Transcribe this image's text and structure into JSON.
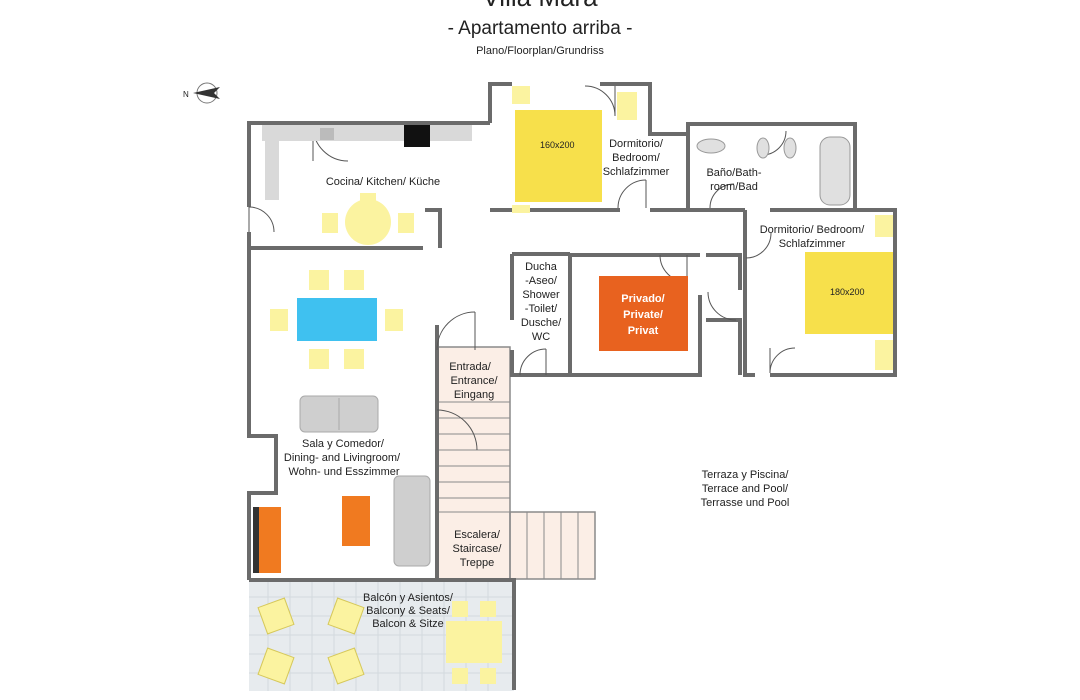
{
  "header": {
    "title": "- Villa Mara -",
    "subtitle": "- Apartamento arriba -",
    "caption": "Plano/Floorplan/Grundriss"
  },
  "compass": {
    "letter": "N"
  },
  "rooms": {
    "kitchen": [
      "Cocina/ Kitchen/ Küche"
    ],
    "bedroom1": [
      "Dormitorio/",
      "Bedroom/",
      "Schlafzimmer"
    ],
    "bathroom": [
      "Baño/Bath-",
      "room/Bad"
    ],
    "bedroom2": [
      "Dormitorio/ Bedroom/",
      "Schlafzimmer"
    ],
    "shower": [
      "Ducha",
      "-Aseo/",
      "Shower",
      "-Toilet/",
      "Dusche/",
      "WC"
    ],
    "private": [
      "Privado/",
      "Private/",
      "Privat"
    ],
    "entrance": [
      "Entrada/",
      "Entrance/",
      "Eingang"
    ],
    "living": [
      "Sala y Comedor/",
      "Dining- and Livingroom/",
      "Wohn- und Esszimmer"
    ],
    "terrace": [
      "Terraza y Piscina/",
      "Terrace and Pool/",
      "Terrasse und Pool"
    ],
    "stairs": [
      "Escalera/",
      "Staircase/",
      "Treppe"
    ],
    "balcony": [
      "Balcón y Asientos/",
      "Balcony & Seats/",
      "Balcon & Sitze"
    ]
  },
  "beds": {
    "bed1": "160x200",
    "bed2": "180x200"
  },
  "colors": {
    "wall": "#6b6b6b",
    "yellow": "#f7e04b",
    "light_yellow": "#fbf3a0",
    "blue": "#3fc1f0",
    "orange": "#f07a20",
    "private_orange": "#e8621f",
    "stair_fill": "#fbeee6",
    "grey_furniture": "#cfcfcf"
  }
}
